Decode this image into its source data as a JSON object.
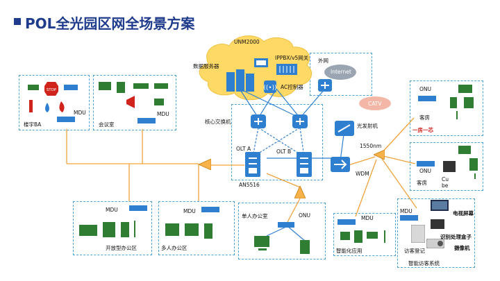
{
  "title": "POL全光园区网全场景方案",
  "colors": {
    "fiber": "#f2a23a",
    "lan": "#2f7fd0",
    "title": "#1f3b8c",
    "cloud": "#ffd966",
    "box_border": "#4aa3d8",
    "red": "#d0231c"
  },
  "cloud": {
    "unm": "UNM2000",
    "ippbx": "IPPBX/v5网关",
    "data_server": "数据服务器",
    "ac": "AC控制器"
  },
  "external": {
    "label": "外网",
    "internet": "Internet"
  },
  "catv": "CATV",
  "core": {
    "switch": "核心交换机",
    "olt_a": "OLT A",
    "olt_b": "OLT B",
    "an": "AN5516"
  },
  "optical": {
    "transmitter": "光发射机",
    "wavelength": "1550nm",
    "wdm": "WDM"
  },
  "zones": {
    "building_ba": {
      "mdu": "MDU",
      "name": "楼宇BA",
      "stop": "STOP"
    },
    "meeting": {
      "mdu": "MDU",
      "name": "会议室"
    },
    "open_office": {
      "mdu": "MDU",
      "name": "开放型办公区"
    },
    "multi_office": {
      "mdu": "MDU",
      "name": "多人办公区"
    },
    "single_office": {
      "name": "单人办公室",
      "onu": "ONU"
    },
    "smart_app": {
      "mdu": "MDU",
      "name": "智能化应用"
    },
    "guest_room_1": {
      "onu": "ONU",
      "name": "客房",
      "tag": "一房一芯"
    },
    "guest_room_2": {
      "onu": "ONU",
      "name": "客房",
      "cube": "Cube"
    },
    "visitor": {
      "mdu": "MDU",
      "tv": "电视屏幕",
      "box": "识别处理盒子",
      "camera": "摄像机",
      "register": "访客登记",
      "name": "智能访客系统"
    }
  }
}
